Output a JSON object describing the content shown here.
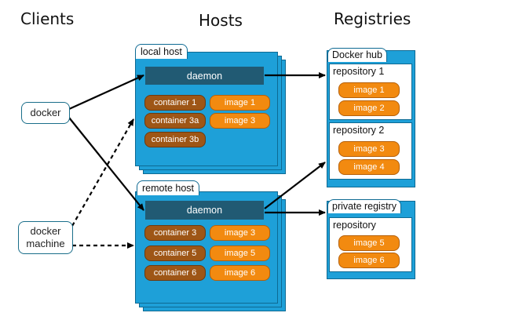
{
  "headings": {
    "clients": "Clients",
    "hosts": "Hosts",
    "registries": "Registries"
  },
  "clients": {
    "docker": "docker",
    "docker_machine_line1": "docker",
    "docker_machine_line2": "machine"
  },
  "local_host": {
    "label": "local host",
    "daemon": "daemon",
    "containers": [
      "container 1",
      "container 3a",
      "container 3b"
    ],
    "images": [
      "image 1",
      "image 3"
    ]
  },
  "remote_host": {
    "label": "remote host",
    "daemon": "daemon",
    "containers": [
      "container 3",
      "container 5",
      "container 6"
    ],
    "images": [
      "image 3",
      "image 5",
      "image 6"
    ]
  },
  "docker_hub": {
    "label": "Docker hub",
    "repositories": [
      {
        "label": "repository 1",
        "images": [
          "image 1",
          "image 2"
        ]
      },
      {
        "label": "repository 2",
        "images": [
          "image 3",
          "image 4"
        ]
      }
    ]
  },
  "private_registry": {
    "label": "private registry",
    "repositories": [
      {
        "label": "repository",
        "images": [
          "image 5",
          "image 6"
        ]
      }
    ]
  },
  "colors": {
    "host_blue": "#1ea0d8",
    "daemon": "#215a73",
    "container": "#9e5616",
    "image": "#f28a10"
  }
}
